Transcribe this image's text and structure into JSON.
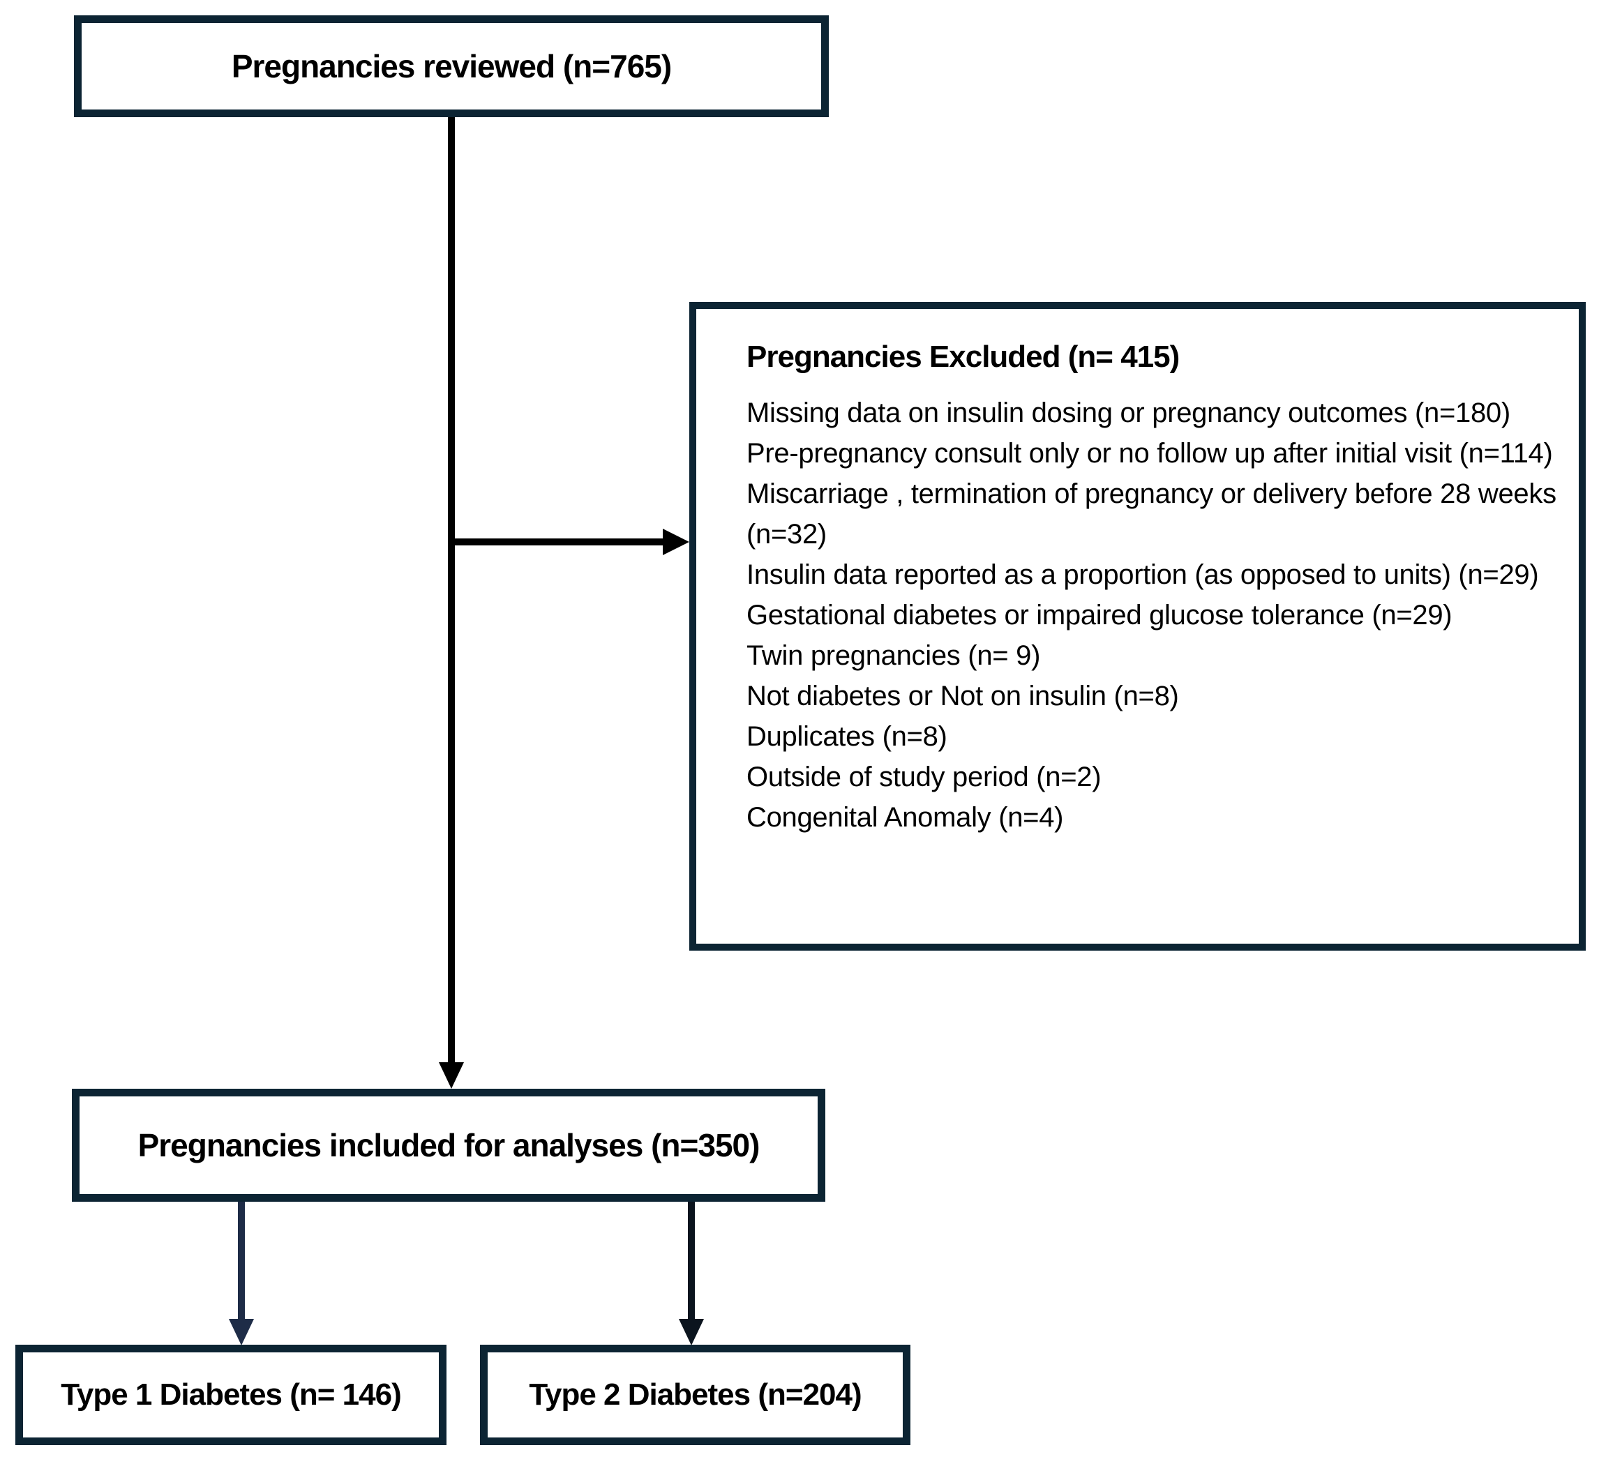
{
  "flowchart": {
    "reviewed_box": {
      "label": "Pregnancies reviewed  (n=765)"
    },
    "excluded_box": {
      "title": "Pregnancies Excluded  (n= 415)",
      "items": [
        "Missing data on insulin dosing or pregnancy outcomes (n=180)",
        "Pre-pregnancy consult only or no follow up after initial visit (n=114)",
        "Miscarriage , termination of pregnancy or delivery before 28 weeks  (n=32)",
        "Insulin data reported as a proportion (as opposed to units) (n=29)",
        "Gestational diabetes or impaired glucose tolerance (n=29)",
        "Twin pregnancies (n= 9)",
        "Not diabetes  or Not on insulin (n=8)",
        "Duplicates (n=8)",
        "Outside of study period  (n=2)",
        "Congenital Anomaly  (n=4)"
      ]
    },
    "included_box": {
      "label": "Pregnancies included for analyses (n=350)"
    },
    "type1_box": {
      "label": "Type 1 Diabetes (n= 146)"
    },
    "type2_box": {
      "label": "Type 2 Diabetes (n=204)"
    }
  },
  "colors": {
    "box_border": "#0c2433",
    "arrow_main": "#000000",
    "arrow_type1": "#1e2c47",
    "arrow_type2": "#0b141e",
    "background": "#ffffff",
    "text": "#000000"
  }
}
